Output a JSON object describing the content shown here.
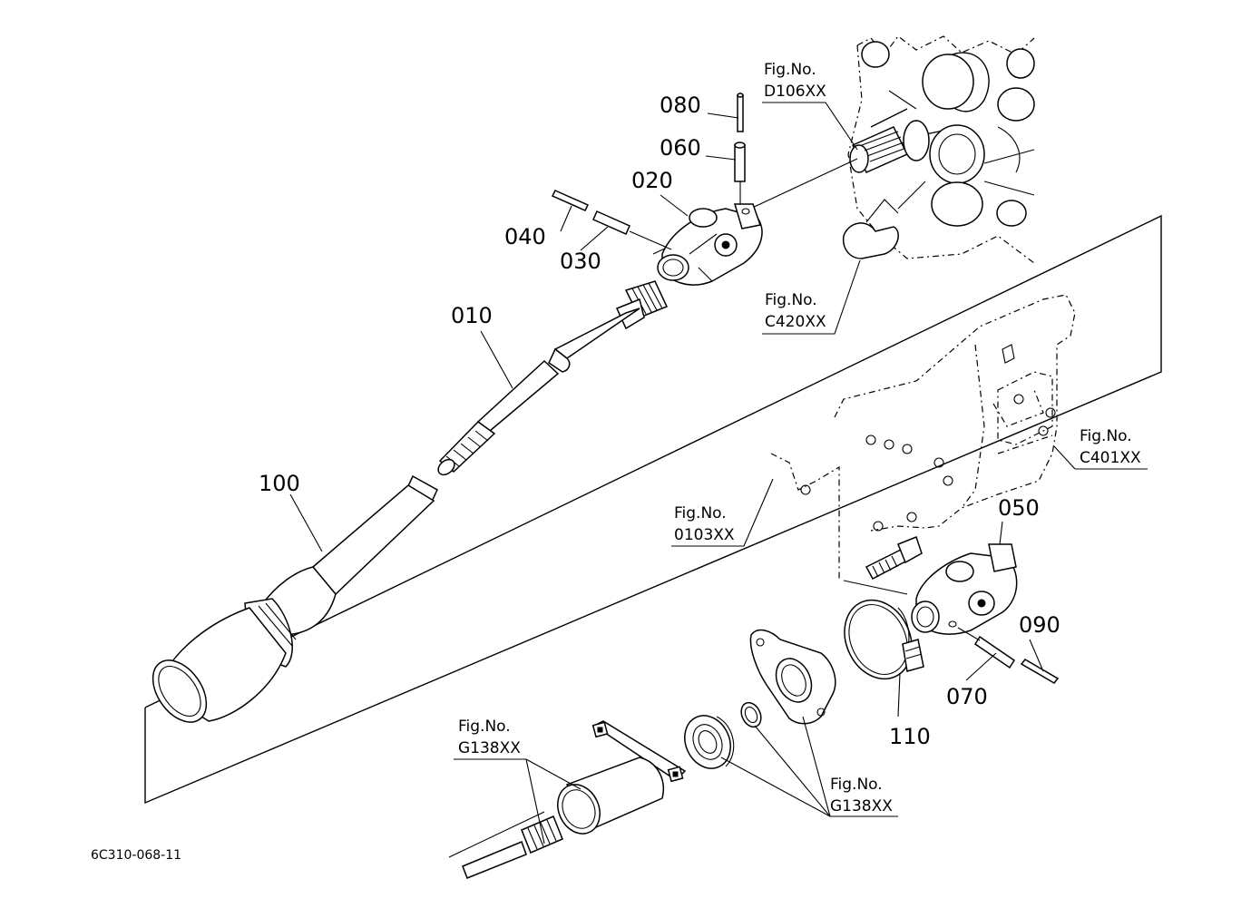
{
  "part_numbers": {
    "p010": "010",
    "p020": "020",
    "p030": "030",
    "p040": "040",
    "p050": "050",
    "p060": "060",
    "p070": "070",
    "p080": "080",
    "p090": "090",
    "p100": "100",
    "p110": "110"
  },
  "figure_refs": {
    "d106": {
      "prefix": "Fig.No.",
      "code": "D106XX"
    },
    "c420": {
      "prefix": "Fig.No.",
      "code": "C420XX"
    },
    "c401": {
      "prefix": "Fig.No.",
      "code": "C401XX"
    },
    "r0103": {
      "prefix": "Fig.No.",
      "code": "0103XX"
    },
    "g138_left": {
      "prefix": "Fig.No.",
      "code": "G138XX"
    },
    "g138_right": {
      "prefix": "Fig.No.",
      "code": "G138XX"
    }
  },
  "document_id": "6C310-068-11"
}
